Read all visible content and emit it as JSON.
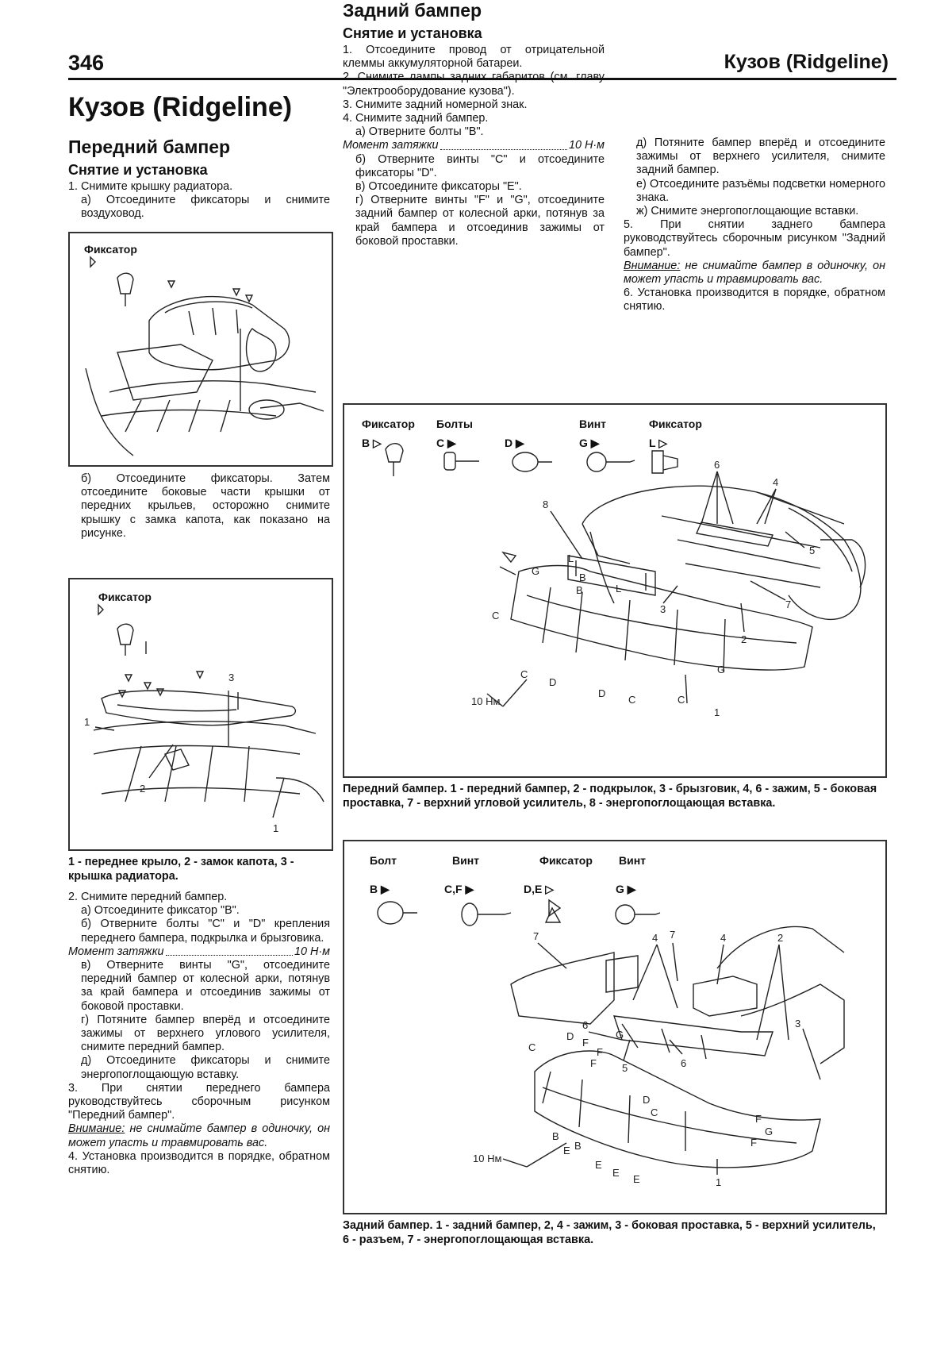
{
  "header": {
    "page_number": "346",
    "title": "Кузов (Ridgeline)"
  },
  "chapter_title": "Кузов (Ridgeline)",
  "front": {
    "heading": "Передний бампер",
    "subheading": "Снятие и установка",
    "step1": "1. Снимите крышку радиатора.",
    "step1a": "а) Отсоедините фиксаторы и снимите воздуховод.",
    "fig1_label": "Фиксатор",
    "step1b": "б) Отсоедините фиксаторы. Затем отсоедините боковые части крышки от передних крыльев, осторожно снимите крышку с замка капота, как показано на рисунке.",
    "fig2_label": "Фиксатор",
    "fig2_caption": "1 - переднее крыло, 2 - замок капота, 3 - крышка радиатора.",
    "step2": "2. Снимите передний бампер.",
    "step2a": "а) Отсоедините фиксатор \"B\".",
    "step2b": "б) Отверните болты \"C\" и \"D\" крепления переднего бампера, подкрылка и брызговика.",
    "torque_label": "Момент затяжки",
    "torque_value": "10 Н·м",
    "step2c": "в) Отверните винты \"G\", отсоедините передний бампер от колесной арки, потянув за край бампера и отсоединив зажимы от боковой проставки.",
    "step2d": "г) Потяните бампер вперёд и отсоедините зажимы от верхнего углового усилителя, снимите передний бампер.",
    "step2e": "д) Отсоедините фиксаторы и снимите энергопоглощающую вставку.",
    "step3": "3. При снятии переднего бампера руководствуйтесь сборочным рисунком \"Передний бампер\".",
    "warning_label": "Внимание:",
    "warning_text": " не снимайте бампер в одиночку, он может упасть и травмировать вас.",
    "step4": "4. Установка производится в порядке, обратном снятию."
  },
  "rear": {
    "heading": "Задний бампер",
    "subheading": "Снятие и установка",
    "step1": "1. Отсоедините провод от отрицательной клеммы аккумуляторной батареи.",
    "step2": "2. Снимите лампы задних габаритов (см. главу \"Электрооборудование кузова\").",
    "step3": "3. Снимите задний номерной знак.",
    "step4": "4. Снимите задний бампер.",
    "step4a": "а) Отверните болты \"B\".",
    "torque_label": "Момент затяжки",
    "torque_value": "10 Н·м",
    "step4b": "б) Отверните винты \"C\" и отсоедините фиксаторы \"D\".",
    "step4c": "в) Отсоедините фиксаторы \"E\".",
    "step4d": "г) Отверните винты \"F\" и \"G\", отсоедините задний бампер от колесной арки, потянув за край бампера и отсоединив зажимы от боковой проставки.",
    "step4e": "д) Потяните бампер вперёд и отсоедините зажимы от верхнего усилителя, снимите задний бампер.",
    "step4f": "е) Отсоедините разъёмы подсветки номерного знака.",
    "step4g": "ж) Снимите энергопоглощающие вставки.",
    "step5": "5. При снятии заднего бампера руководствуйтесь сборочным рисунком \"Задний бампер\".",
    "warning_label": "Внимание:",
    "warning_text": " не снимайте бампер в одиночку, он может упасть и травмировать вас.",
    "step6": "6. Установка производится в порядке, обратном снятию."
  },
  "fig3": {
    "legend": [
      {
        "title": "Фиксатор",
        "code": "B ▷"
      },
      {
        "title": "Болты",
        "code": "C ▶"
      },
      {
        "title": "",
        "code": "D ▶"
      },
      {
        "title": "Винт",
        "code": "G ▶"
      },
      {
        "title": "Фиксатор",
        "code": "L ▷"
      }
    ],
    "torque": "10 Нм",
    "caption": "Передний бампер. 1 - передний бампер, 2 - подкрылок, 3 - брызговик, 4, 6 - зажим, 5 - боковая проставка, 7 - верхний угловой усилитель, 8 - энергопоглощающая вставка."
  },
  "fig4": {
    "legend": [
      {
        "title": "Болт",
        "code": "B ▶"
      },
      {
        "title": "Винт",
        "code": "C,F ▶"
      },
      {
        "title": "Фиксатор",
        "code": "D,E ▷"
      },
      {
        "title": "Винт",
        "code": "G ▶"
      }
    ],
    "torque": "10 Нм",
    "caption": "Задний бампер. 1 - задний бампер, 2, 4 - зажим, 3 - боковая проставка, 5 - верхний усилитель, 6 - разъем, 7 - энергопоглощающая вставка."
  }
}
